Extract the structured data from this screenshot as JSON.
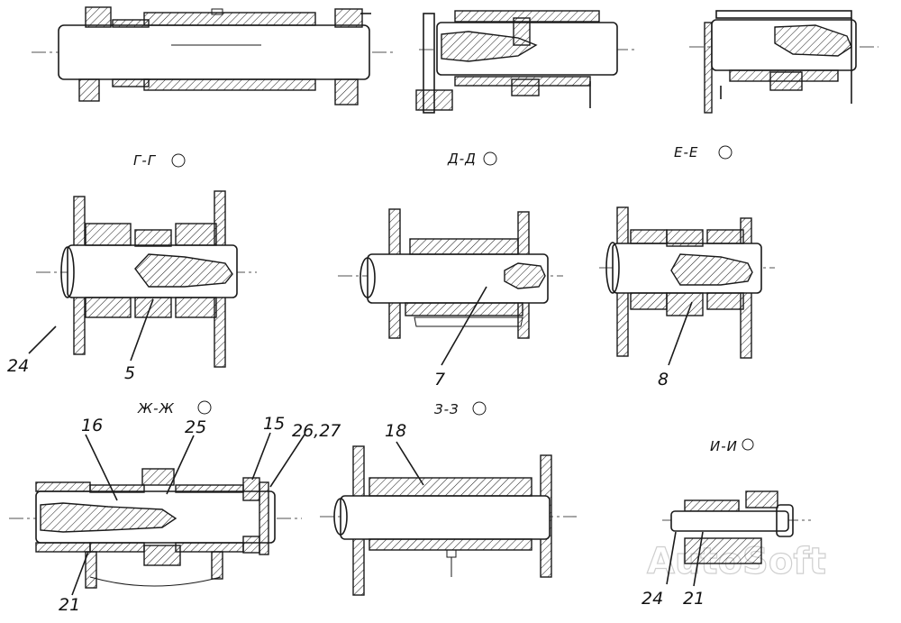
{
  "sections": [
    {
      "id": "g",
      "title": "Г-Г"
    },
    {
      "id": "d",
      "title": "Д-Д"
    },
    {
      "id": "e",
      "title": "Е-Е"
    },
    {
      "id": "zh",
      "title": "Ж-Ж"
    },
    {
      "id": "z",
      "title": "З-З"
    },
    {
      "id": "i",
      "title": "И-И"
    }
  ],
  "callouts": [
    "24",
    "5",
    "7",
    "8",
    "16",
    "25",
    "15",
    "26,27",
    "21",
    "18",
    "24",
    "21"
  ],
  "watermark": "AutoSoft"
}
